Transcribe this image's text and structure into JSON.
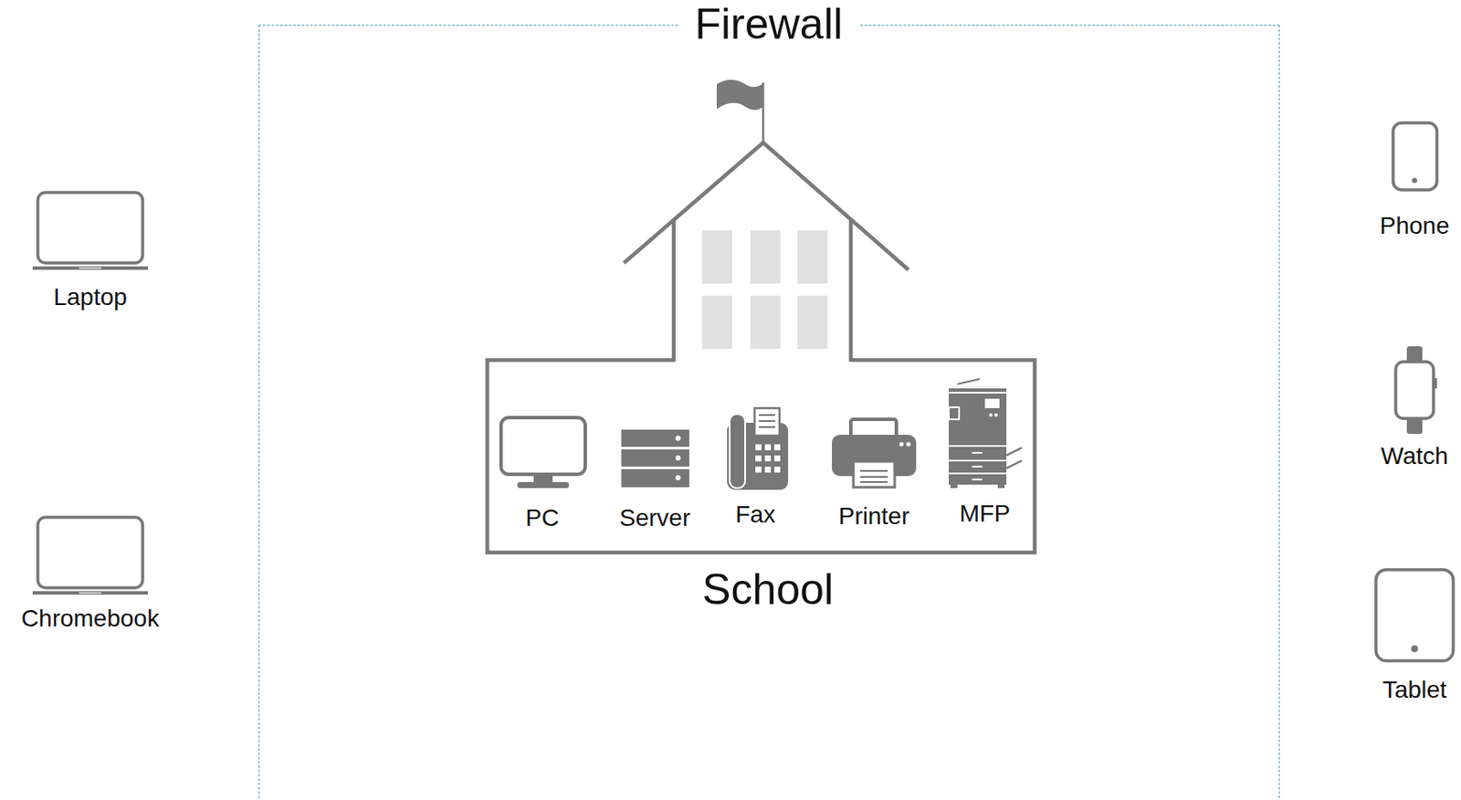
{
  "diagram": {
    "nodes": [
      {
        "text": [
          "Firewall"
        ]
      },
      {
        "text": [
          "School"
        ],
        "in": 0
      }
    ],
    "labels": [
      "Laptop",
      "Chromebook",
      "PC",
      "Server",
      "Fax",
      "Printer",
      "MFP",
      "Phone",
      "Watch",
      "Tablet"
    ]
  }
}
